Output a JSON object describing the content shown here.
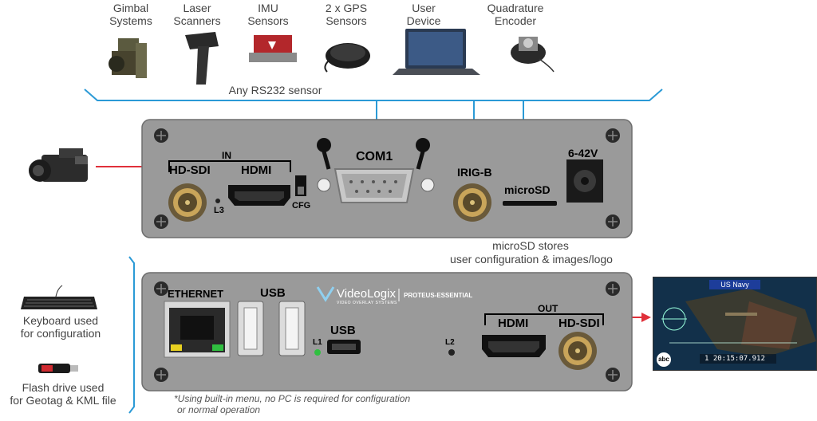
{
  "sensors": {
    "gimbal": "Gimbal Systems",
    "laser": "Laser Scanners",
    "imu": "IMU Sensors",
    "gps": "2 x GPS Sensors",
    "user_device": "User Device",
    "encoder": "Quadrature Encoder",
    "rs232": "Any RS232 sensor"
  },
  "front_panel": {
    "in_label": "IN",
    "hdsdi": "HD-SDI",
    "hdmi": "HDMI",
    "l3": "L3",
    "cfg": "CFG",
    "com1": "COM1",
    "irigb": "IRIG-B",
    "microsd": "microSD",
    "power": "6-42V"
  },
  "microsd_note_line1": "microSD stores",
  "microsd_note_line2": "user configuration & images/logo",
  "back_panel": {
    "ethernet": "ETHERNET",
    "usb1": "USB",
    "usb2": "USB",
    "l1": "L1",
    "l2": "L2",
    "out_label": "OUT",
    "hdmi": "HDMI",
    "hdsdi": "HD-SDI",
    "brand": "VideoLogix",
    "brand_sub": "VIDEO OVERLAY SYSTEMS",
    "product": "PROTEUS-ESSENTIAL"
  },
  "keyboard_label_1": "Keyboard used",
  "keyboard_label_2": "for configuration",
  "flash_label_1": "Flash drive used",
  "flash_label_2": "for Geotag & KML file",
  "footnote_1": "*Using built-in menu, no PC is required for configuration",
  "footnote_2": "or normal operation",
  "monitor": {
    "title": "US Navy",
    "timecode": "1 20:15:07.912",
    "logo": "abc"
  },
  "colors": {
    "arrow_blue": "#2b9ad6",
    "arrow_red": "#e0303a",
    "panel_gray": "#9a9a9a"
  }
}
